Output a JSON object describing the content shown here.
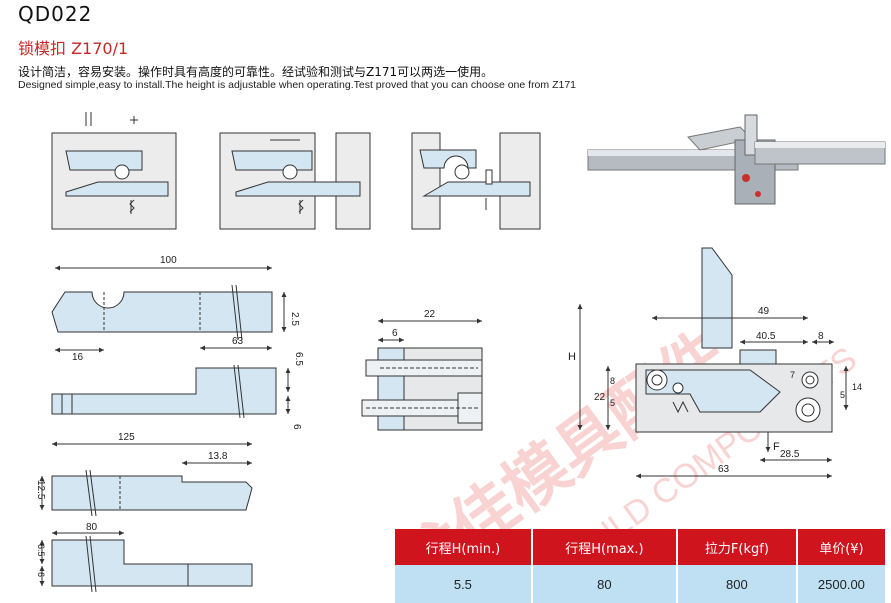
{
  "header": {
    "code": "QD022",
    "title": "锁模扣 Z170/1",
    "desc_cn": "设计简洁，容易安装。操作时具有高度的可靠性。经试验和测试与Z171可以两选一使用。",
    "desc_en": "Designed simple,easy to install.The height is adjustable when operating.Test proved that you can choose one from Z171"
  },
  "drawing": {
    "part1": {
      "length": "100",
      "depth": "2.5",
      "offset": "16",
      "width": "63",
      "step": "6.5",
      "thick": "6"
    },
    "part2": {
      "length": "125",
      "tip": "13.8",
      "height": "12.5",
      "base": "80",
      "step": "6.5",
      "thick": "6"
    },
    "side": {
      "width": "22",
      "offset": "6"
    },
    "assembly": {
      "total": "49",
      "inner": "40.5",
      "gap": "8",
      "height_label": "H",
      "h22": "22",
      "h8": "8",
      "h5": "5",
      "h7": "7",
      "h5r": "5",
      "h14": "14",
      "force": "F",
      "off": "28.5",
      "length": "63"
    }
  },
  "watermark": {
    "cn": "龙佳模具配件",
    "en": "MOULD COMPONENTS"
  },
  "colors": {
    "part_fill": "#d3e6f2",
    "body_fill": "#e7e8ea",
    "accent": "#d0141e",
    "table_cell": "#bfe0f3"
  },
  "table": {
    "headers": [
      "行程H(min.)",
      "行程H(max.)",
      "拉力F(kgf)",
      "单价(¥)"
    ],
    "row": [
      "5.5",
      "80",
      "800",
      "2500.00"
    ]
  }
}
